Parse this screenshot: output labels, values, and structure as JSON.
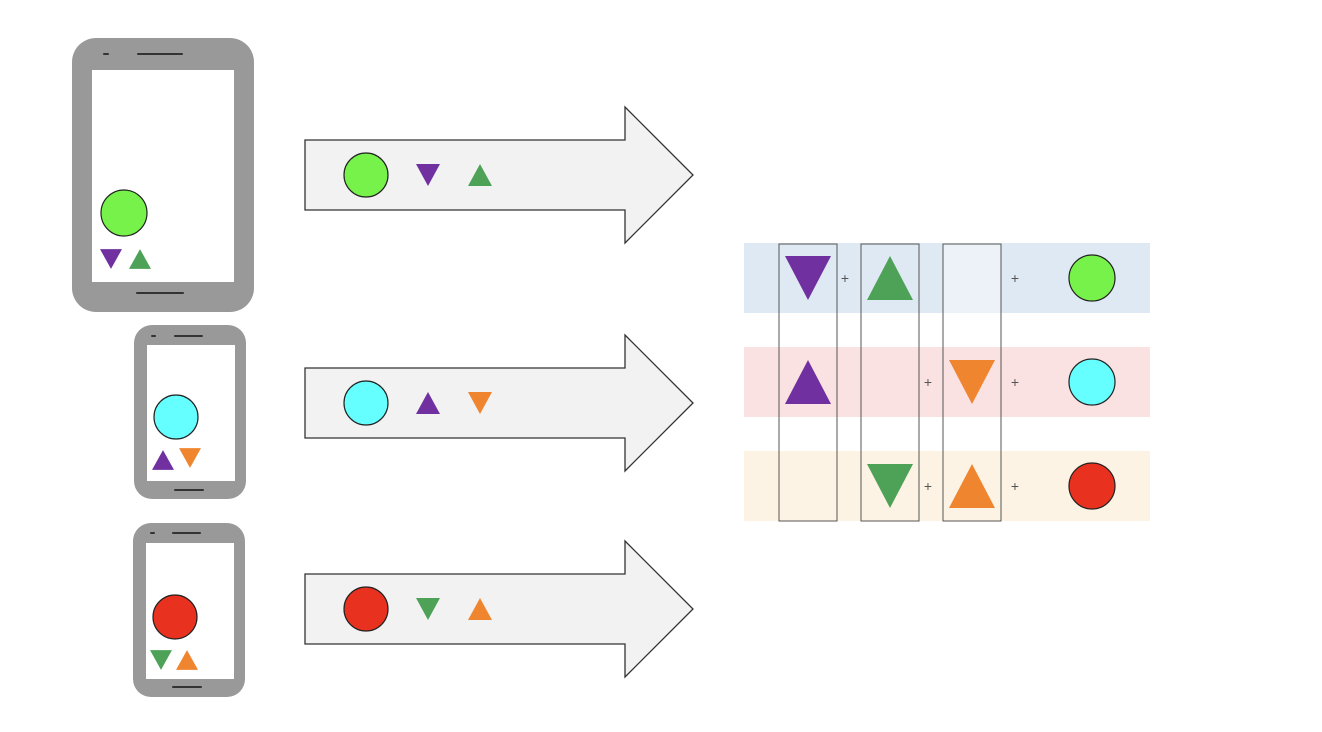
{
  "colors": {
    "green_circle": "#77f24a",
    "cyan_circle": "#66ffff",
    "red_circle": "#e8321f",
    "purple": "#7030a0",
    "green_triangle": "#4ea258",
    "orange": "#f08530",
    "row1_band": "#dee9f3",
    "row2_band": "#f9e2e1",
    "row3_band": "#fdf3e4",
    "empty_cell": "#ecf2f8",
    "phone_frame": "#999999"
  },
  "devices": [
    {
      "name": "large-phone",
      "circle": "green_circle",
      "triangles": [
        {
          "color": "purple",
          "dir": "down"
        },
        {
          "color": "green_triangle",
          "dir": "up"
        }
      ]
    },
    {
      "name": "small-phone",
      "circle": "cyan_circle",
      "triangles": [
        {
          "color": "purple",
          "dir": "up"
        },
        {
          "color": "orange",
          "dir": "down"
        }
      ]
    },
    {
      "name": "small-phone",
      "circle": "red_circle",
      "triangles": [
        {
          "color": "green_triangle",
          "dir": "down"
        },
        {
          "color": "orange",
          "dir": "up"
        }
      ]
    }
  ],
  "grid": {
    "plus_symbol": "+",
    "rows": [
      {
        "band": "row1_band",
        "cells": [
          {
            "color": "purple",
            "dir": "down"
          },
          {
            "color": "green_triangle",
            "dir": "up"
          },
          null
        ],
        "plus_after": [
          true,
          false,
          true
        ],
        "result": "green_circle"
      },
      {
        "band": "row2_band",
        "cells": [
          {
            "color": "purple",
            "dir": "up"
          },
          null,
          {
            "color": "orange",
            "dir": "down"
          }
        ],
        "plus_after": [
          false,
          true,
          true
        ],
        "result": "cyan_circle"
      },
      {
        "band": "row3_band",
        "cells": [
          null,
          {
            "color": "green_triangle",
            "dir": "down"
          },
          {
            "color": "orange",
            "dir": "up"
          }
        ],
        "plus_after": [
          false,
          true,
          true
        ],
        "result": "red_circle"
      }
    ]
  }
}
